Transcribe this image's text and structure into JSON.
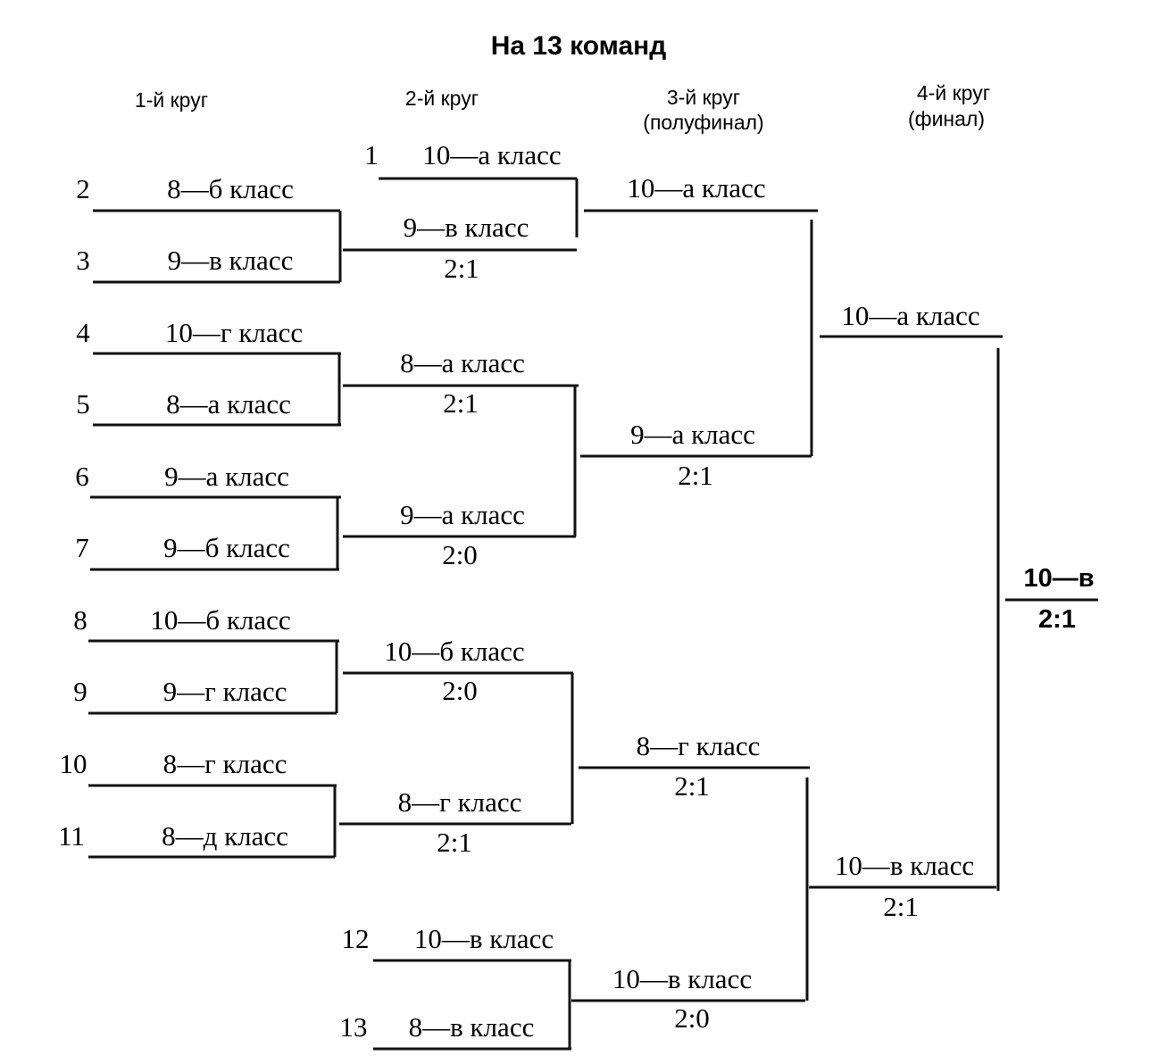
{
  "title": "На 13 команд",
  "headers": {
    "r1": "1-й круг",
    "r2": "2-й круг",
    "r3_line1": "3-й круг",
    "r3_line2": "(полуфинал)",
    "r4_line1": "4-й круг",
    "r4_line2": "(финал)"
  },
  "round1": [
    {
      "seed": "2",
      "team": "8—б класс"
    },
    {
      "seed": "3",
      "team": "9—в класс"
    },
    {
      "seed": "4",
      "team": "10—г класс"
    },
    {
      "seed": "5",
      "team": "8—а класс"
    },
    {
      "seed": "6",
      "team": "9—а класс"
    },
    {
      "seed": "7",
      "team": "9—б класс"
    },
    {
      "seed": "8",
      "team": "10—б класс"
    },
    {
      "seed": "9",
      "team": "9—г класс"
    },
    {
      "seed": "10",
      "team": "8—г класс"
    },
    {
      "seed": "11",
      "team": "8—д класс"
    }
  ],
  "round2": [
    {
      "seed": "1",
      "team": "10—а класс",
      "score": ""
    },
    {
      "seed": "",
      "team": "9—в класс",
      "score": "2:1"
    },
    {
      "seed": "",
      "team": "8—а класс",
      "score": "2:1"
    },
    {
      "seed": "",
      "team": "9—а класс",
      "score": "2:0"
    },
    {
      "seed": "",
      "team": "10—б класс",
      "score": "2:0"
    },
    {
      "seed": "",
      "team": "8—г класс",
      "score": "2:1"
    },
    {
      "seed": "12",
      "team": "10—в класс",
      "score": ""
    },
    {
      "seed": "13",
      "team": "8—в класс",
      "score": ""
    }
  ],
  "round3": [
    {
      "team": "10—а класс",
      "score": ""
    },
    {
      "team": "9—а класс",
      "score": "2:1"
    },
    {
      "team": "8—г класс",
      "score": "2:1"
    },
    {
      "team": "10—в класс",
      "score": "2:0"
    }
  ],
  "round4": [
    {
      "team": "10—а класс",
      "score": ""
    },
    {
      "team": "10—в класс",
      "score": "2:1"
    }
  ],
  "champion": {
    "team": "10—в",
    "score": "2:1"
  }
}
